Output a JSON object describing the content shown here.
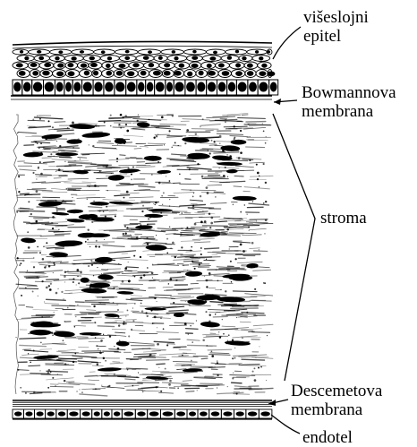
{
  "labels": {
    "epithelium_line1": "višeslojni",
    "epithelium_line2": "epitel",
    "bowman_line1": "Bowmannova",
    "bowman_line2": "membrana",
    "stroma": "stroma",
    "descemet_line1": "Descemetova",
    "descemet_line2": "membrana",
    "endothelium": "endotel"
  },
  "colors": {
    "ink": "#000000",
    "background": "#ffffff"
  }
}
